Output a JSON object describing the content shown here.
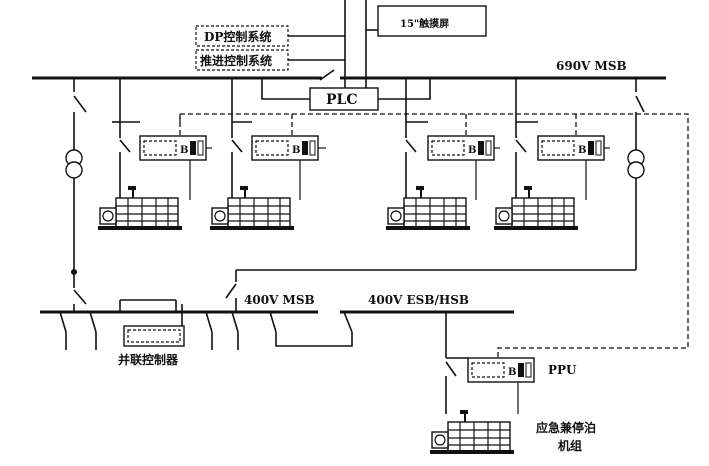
{
  "labels": {
    "touchscreen": "15\"触摸屏",
    "dp_control": "DP控制系统",
    "propulsion_control": "推进控制系统",
    "plc": "PLC",
    "bus_690v": "690V MSB",
    "bus_400v": "400V MSB",
    "bus_400v_esb": "400V ESB/HSB",
    "parallel_controller": "并联控制器",
    "ppu": "PPU",
    "emergency_gen_line1": "应急兼停泊",
    "emergency_gen_line2": "机组"
  },
  "icons": {
    "transformer": "transformer-icon",
    "switch": "circuit-breaker-icon",
    "genset": "diesel-generator-icon",
    "ppu_unit": "ppu-module-icon"
  },
  "colors": {
    "line": "#111111",
    "background": "#ffffff"
  }
}
